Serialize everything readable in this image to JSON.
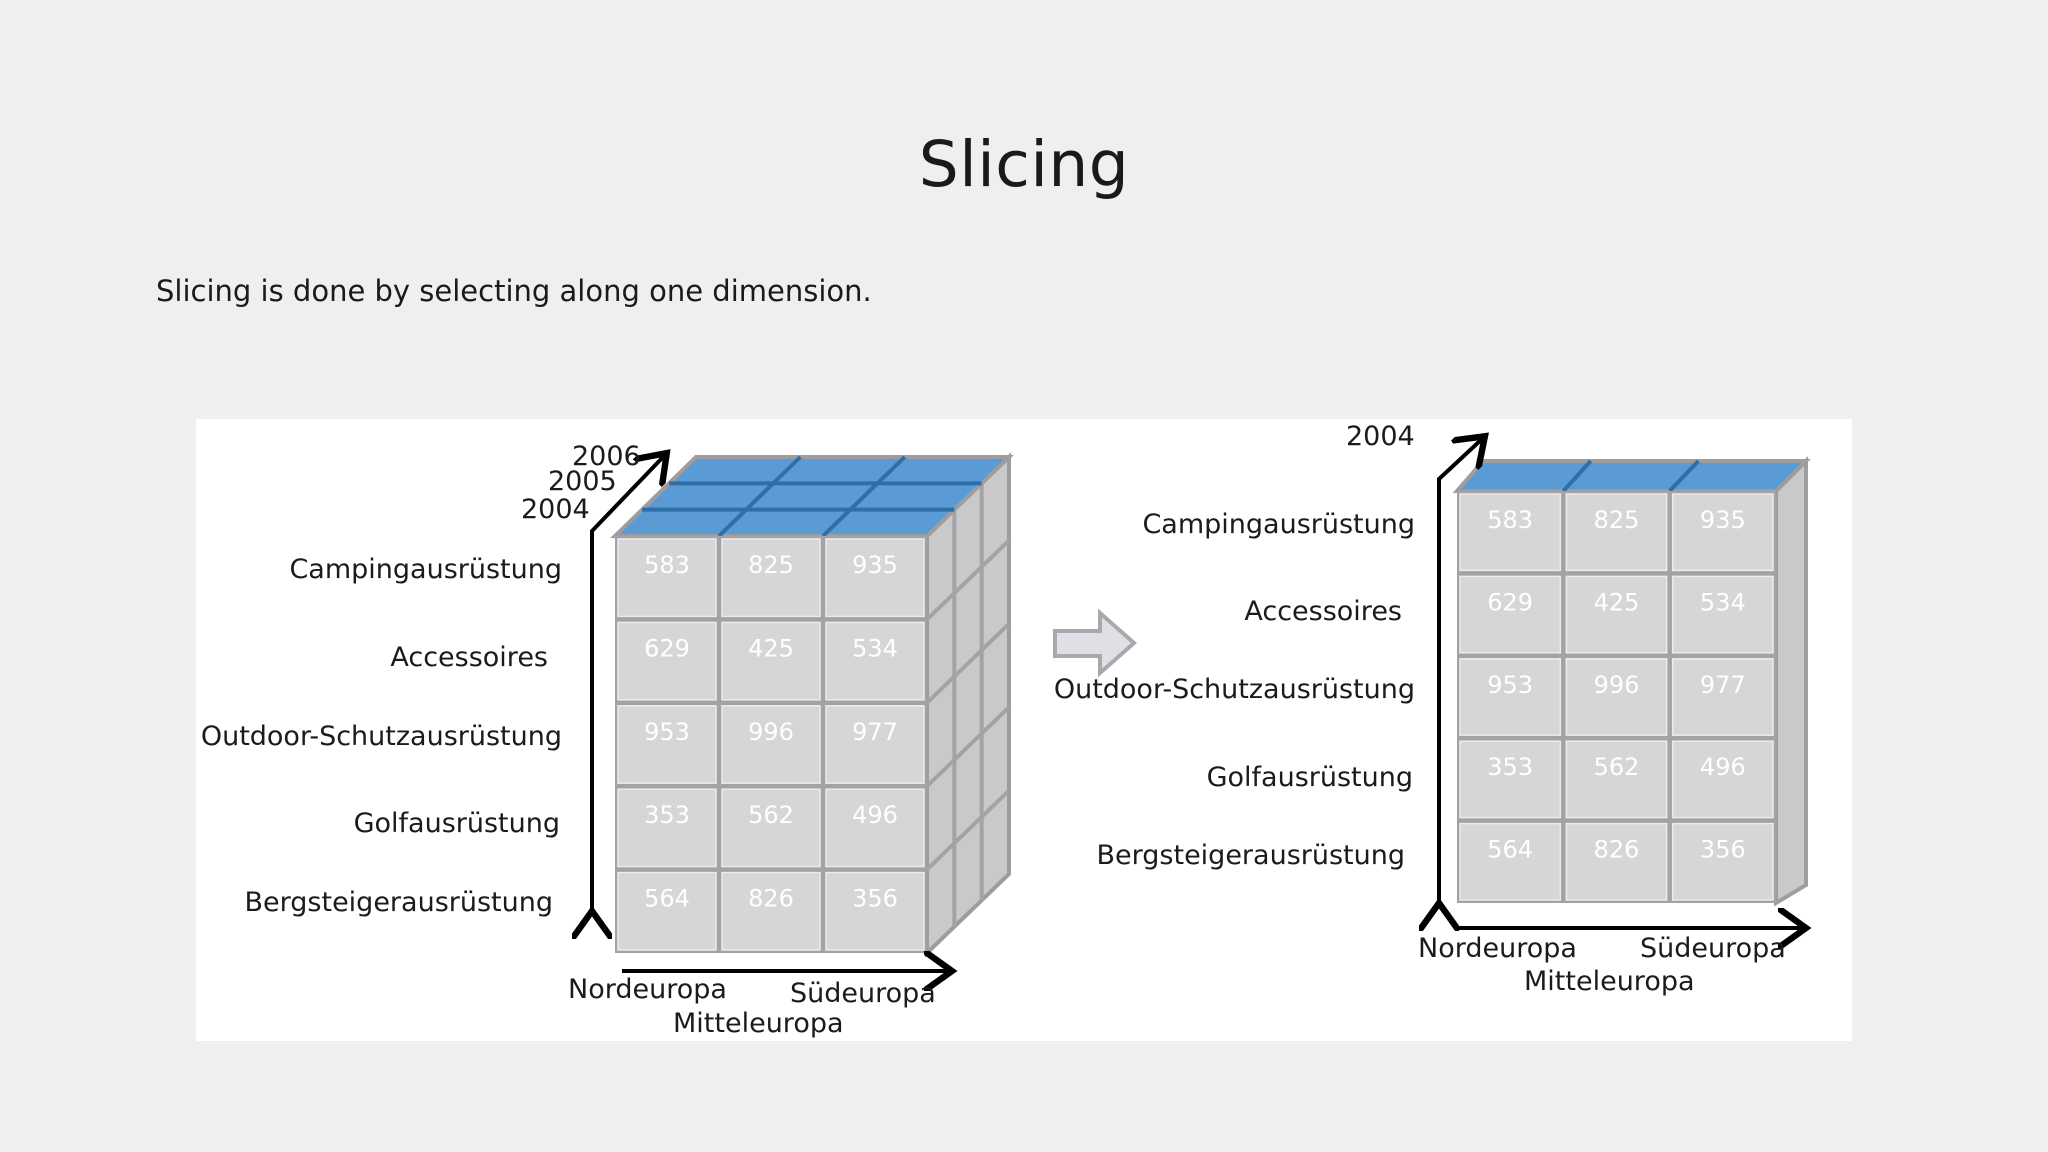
{
  "slide": {
    "title": "Slicing",
    "subtitle": "Slicing is done by selecting along one dimension."
  },
  "cube_left": {
    "years": [
      "2006",
      "2005",
      "2004"
    ],
    "rows": [
      "Campingausrüstung",
      "Accessoires",
      "Outdoor-Schutzausrüstung",
      "Golfausrüstung",
      "Bergsteigerausrüstung"
    ],
    "regions": [
      "Nordeuropa",
      "Südeuropa",
      "Mitteleuropa"
    ],
    "values": [
      [
        583,
        825,
        935
      ],
      [
        629,
        425,
        534
      ],
      [
        953,
        996,
        977
      ],
      [
        353,
        562,
        496
      ],
      [
        564,
        826,
        356
      ]
    ]
  },
  "cube_right": {
    "year": "2004",
    "rows": [
      "Campingausrüstung",
      "Accessoires",
      "Outdoor-Schutzausrüstung",
      "Golfausrüstung",
      "Bergsteigerausrüstung"
    ],
    "regions": [
      "Nordeuropa",
      "Südeuropa",
      "Mitteleuropa"
    ],
    "values": [
      [
        583,
        825,
        935
      ],
      [
        629,
        425,
        534
      ],
      [
        953,
        996,
        977
      ],
      [
        353,
        562,
        496
      ],
      [
        564,
        826,
        356
      ]
    ]
  },
  "colors": {
    "cell_face": "#d6d6d8",
    "cell_grid": "#a3a3a5",
    "top_face": "#5b9bd5",
    "arrow_fill": "#dfdfe6"
  }
}
